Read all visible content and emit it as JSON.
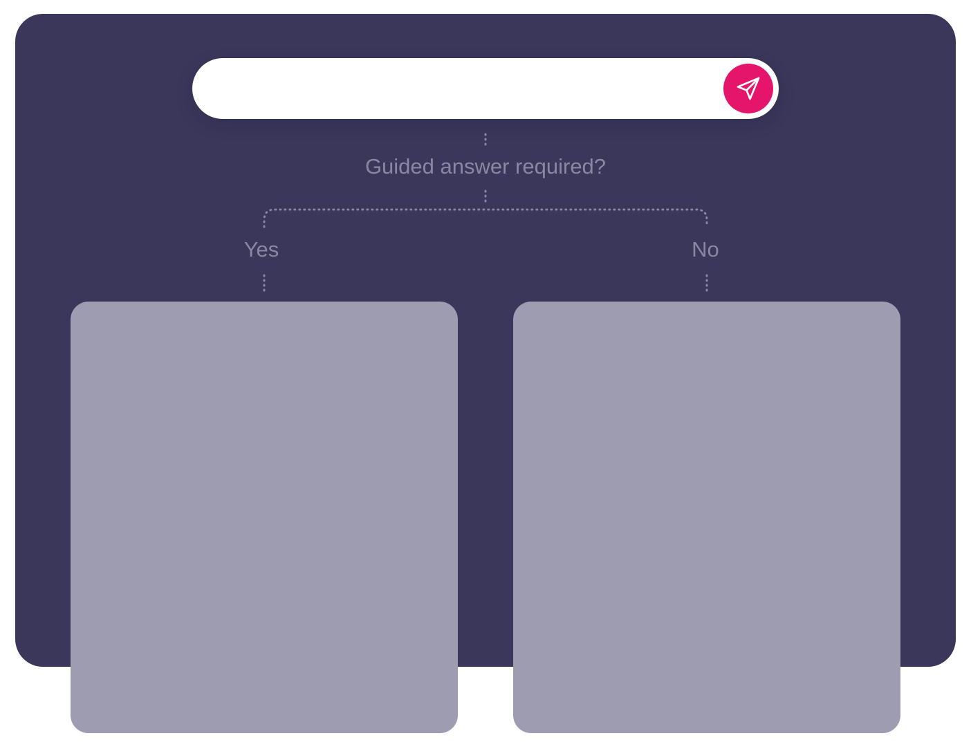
{
  "search": {
    "value": "",
    "placeholder": "",
    "send_icon": "send-icon"
  },
  "flow": {
    "question": "Guided answer required?",
    "branches": [
      {
        "label": "Yes"
      },
      {
        "label": "No"
      }
    ]
  },
  "colors": {
    "panel": "#3a375a",
    "search_bar": "#ffffff",
    "send_button": "#e5156b",
    "label_text": "#8a87a3",
    "connector": "#8a87a3",
    "card": "#9e9cb1",
    "background": "#ffffff"
  }
}
